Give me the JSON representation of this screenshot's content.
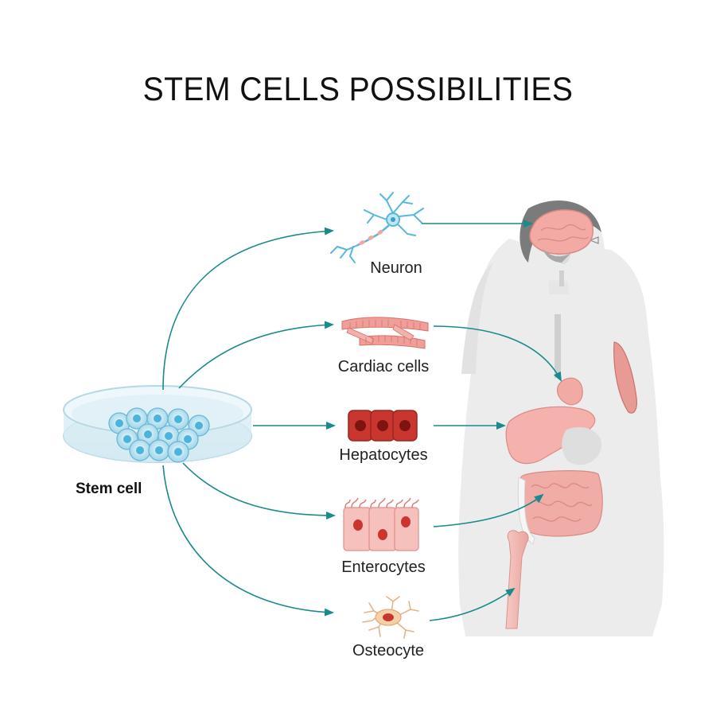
{
  "title": "STEM CELLS POSSIBILITIES",
  "source": {
    "label": "Stem cell"
  },
  "cell_types": [
    {
      "label": "Neuron",
      "target": "brain"
    },
    {
      "label": "Cardiac cells",
      "target": "heart"
    },
    {
      "label": "Hepatocytes",
      "target": "liver"
    },
    {
      "label": "Enterocytes",
      "target": "intestine"
    },
    {
      "label": "Osteocyte",
      "target": "bone"
    }
  ],
  "colors": {
    "arrow": "#1a8a8c",
    "organ": "#f2a8a4",
    "body": "#e4e4e4",
    "cell_blue": "#5cc0e0",
    "hepatocyte": "#c9362f"
  }
}
